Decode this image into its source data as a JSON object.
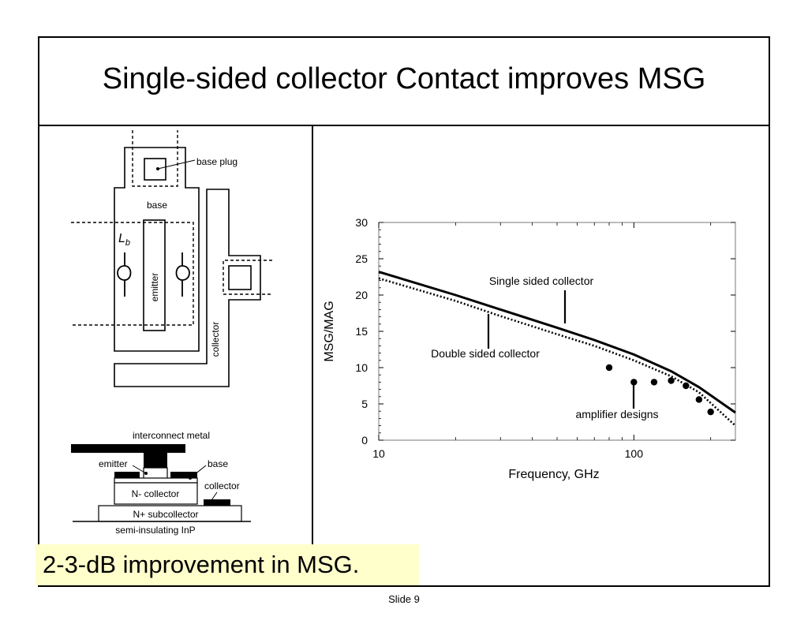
{
  "slide": {
    "title": "Single-sided collector Contact improves MSG",
    "callout": "2-3-dB improvement in MSG.",
    "footer": "Slide 9"
  },
  "layout_diagram": {
    "labels": {
      "base_plug": "base plug",
      "base": "base",
      "emitter": "emitter",
      "collector": "collector",
      "inductance_main": "L",
      "inductance_sub": "b"
    }
  },
  "cross_section": {
    "labels": {
      "interconnect": "interconnect metal",
      "emitter": "emitter",
      "base": "base",
      "collector": "collector",
      "n_collector": "N- collector",
      "n_subcollector": "N+ subcollector",
      "substrate": "semi-insulating InP"
    }
  },
  "chart_data": {
    "type": "line",
    "title": "",
    "xlabel": "Frequency, GHz",
    "ylabel": "MSG/MAG",
    "xscale": "log",
    "xlim": [
      10,
      250
    ],
    "ylim": [
      0,
      30
    ],
    "xticks": [
      10,
      100
    ],
    "yticks": [
      0,
      5,
      10,
      15,
      20,
      25,
      30
    ],
    "grid": false,
    "series": [
      {
        "name": "Single sided collector",
        "style": "solid",
        "x": [
          10,
          20,
          30,
          50,
          70,
          100,
          140,
          180,
          250
        ],
        "y": [
          23.2,
          20.0,
          18.0,
          15.5,
          13.8,
          11.8,
          9.5,
          7.3,
          3.8
        ]
      },
      {
        "name": "Double sided collector",
        "style": "dotted",
        "x": [
          10,
          20,
          30,
          50,
          70,
          100,
          140,
          180,
          250
        ],
        "y": [
          22.3,
          19.2,
          17.1,
          14.6,
          13.0,
          11.0,
          8.8,
          6.6,
          2.0
        ]
      },
      {
        "name": "amplifier designs",
        "style": "markers",
        "x": [
          80,
          100,
          120,
          140,
          160,
          180,
          200
        ],
        "y": [
          10.0,
          8.0,
          8.0,
          8.2,
          7.5,
          5.6,
          3.9
        ]
      }
    ],
    "annotations": [
      "Single sided collector",
      "Double sided collector",
      "amplifier designs"
    ]
  }
}
